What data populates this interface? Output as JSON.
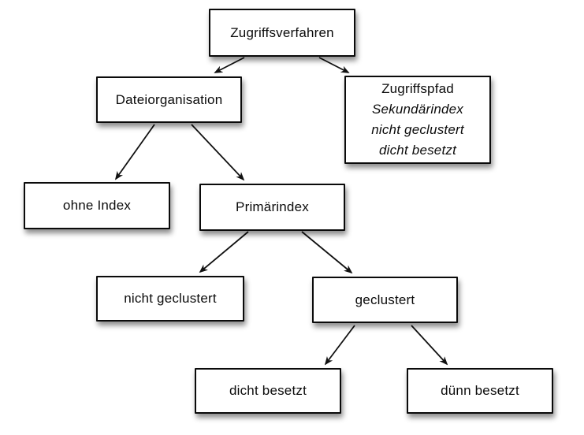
{
  "diagram": {
    "title": "Zugriffsverfahren tree",
    "colors": {
      "background": "#ffffff",
      "box_fill": "#ffffff",
      "box_border": "#0a0a0a",
      "text": "#0b0b0b",
      "arrow": "#111111"
    },
    "nodes": {
      "root": {
        "label": "Zugriffsverfahren"
      },
      "dateiorg": {
        "label": "Dateiorganisation"
      },
      "zugriffspfad": {
        "lines": [
          "Zugriffspfad",
          "Sekundärindex",
          "nicht geclustert",
          "dicht besetzt"
        ]
      },
      "ohneindex": {
        "label": "ohne Index"
      },
      "primaerindex": {
        "label": "Primärindex"
      },
      "nichtgeclustert": {
        "label": "nicht geclustert"
      },
      "geclustert": {
        "label": "geclustert"
      },
      "dichtbesetzt": {
        "label": "dicht besetzt"
      },
      "duennbesetzt": {
        "label": "dünn besetzt"
      }
    },
    "edges": [
      {
        "from": "root",
        "to": "dateiorg"
      },
      {
        "from": "root",
        "to": "zugriffspfad"
      },
      {
        "from": "dateiorg",
        "to": "ohneindex"
      },
      {
        "from": "dateiorg",
        "to": "primaerindex"
      },
      {
        "from": "primaerindex",
        "to": "nichtgeclustert"
      },
      {
        "from": "primaerindex",
        "to": "geclustert"
      },
      {
        "from": "geclustert",
        "to": "dichtbesetzt"
      },
      {
        "from": "geclustert",
        "to": "duennbesetzt"
      }
    ]
  }
}
